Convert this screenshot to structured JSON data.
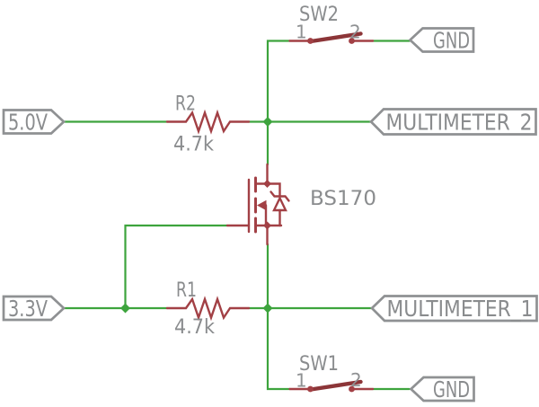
{
  "schematic": {
    "flags": {
      "v5": "5.0V",
      "v33": "3.3V",
      "gnd_top": "GND",
      "gnd_bottom": "GND",
      "multimeter_2": "MULTIMETER_2",
      "multimeter_1": "MULTIMETER_1"
    },
    "switches": {
      "sw2": {
        "refdes": "SW2",
        "pin1": "1",
        "pin2": "2"
      },
      "sw1": {
        "refdes": "SW1",
        "pin1": "1",
        "pin2": "2"
      }
    },
    "resistors": {
      "r2": {
        "refdes": "R2",
        "value": "4.7k"
      },
      "r1": {
        "refdes": "R1",
        "value": "4.7k"
      }
    },
    "transistor": {
      "refdes": "BS170"
    },
    "colors": {
      "wire_green": "#3da43d",
      "component_red": "#a24045",
      "lever_red": "#8c3538",
      "label_gray": "#8a8c8e",
      "frame_gray": "#8f9193",
      "background": "#ffffff"
    }
  }
}
